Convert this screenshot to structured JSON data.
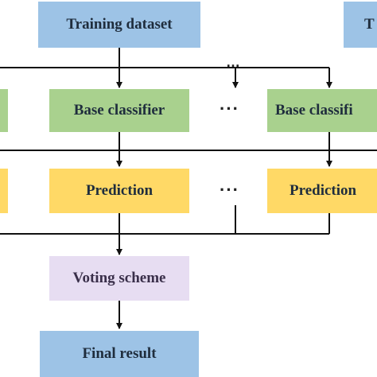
{
  "diagram": {
    "training_dataset_left": "Training dataset",
    "training_dataset_right": "T",
    "base_classifier_left": "",
    "base_classifier_center": "Base classifier",
    "base_classifier_right": "Base classifi",
    "prediction_left": "",
    "prediction_center": "Prediction",
    "prediction_right": "Prediction",
    "voting_scheme": "Voting scheme",
    "final_result": "Final result",
    "ellipsis_top": "…",
    "ellipsis_base": "···",
    "ellipsis_prediction": "···"
  },
  "colors": {
    "dataset": "#9dc3e6",
    "classifier": "#a9d18e",
    "prediction": "#ffd966",
    "voting": "#e7ddf2",
    "result": "#9dc3e6",
    "line": "#111111"
  }
}
